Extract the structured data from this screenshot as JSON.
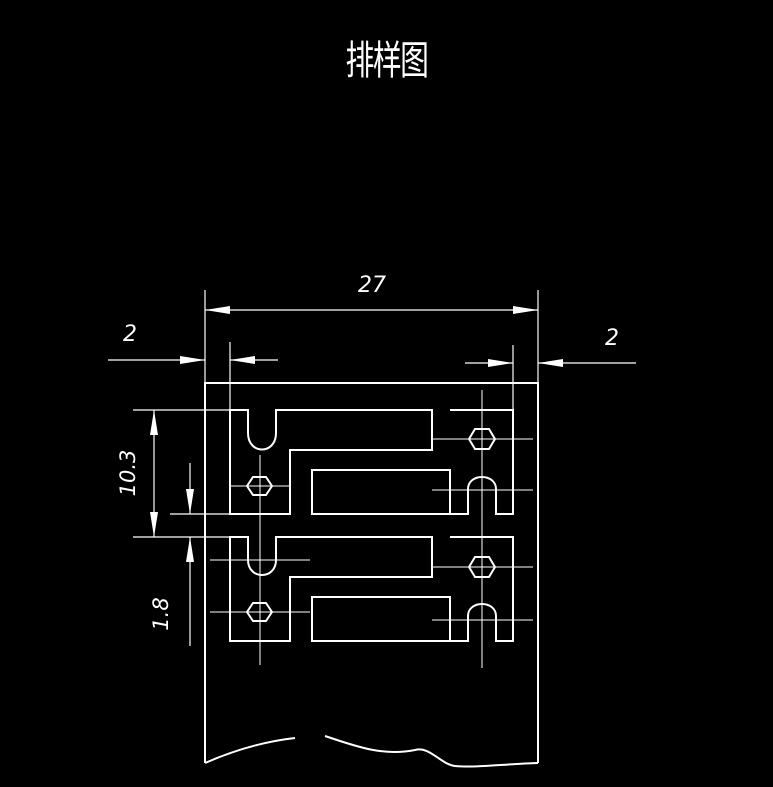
{
  "drawing": {
    "title": "排样图",
    "dimensions": {
      "total_width": "27",
      "left_margin": "2",
      "right_margin": "2",
      "part_pitch": "10.3",
      "part_gap": "1.8"
    }
  },
  "colors": {
    "background": "#000000",
    "line": "#ffffff"
  }
}
